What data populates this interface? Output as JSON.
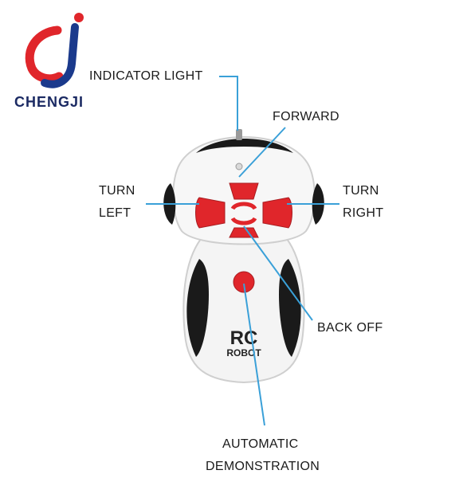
{
  "brand": {
    "name": "CHENGJI",
    "logo_colors": {
      "red": "#e0262b",
      "blue": "#1b3a8c"
    }
  },
  "callouts": {
    "indicator_light": "INDICATOR LIGHT",
    "forward": "FORWARD",
    "turn_left_1": "TURN",
    "turn_left_2": "LEFT",
    "turn_right_1": "TURN",
    "turn_right_2": "RIGHT",
    "back_off": "BACK OFF",
    "automatic_1": "AUTOMATIC",
    "automatic_2": "DEMONSTRATION"
  },
  "device": {
    "logo_line1": "RC",
    "logo_line2": "ROBOT",
    "button_color": "#e0262b",
    "callout_line_color": "#3aa0d8"
  }
}
